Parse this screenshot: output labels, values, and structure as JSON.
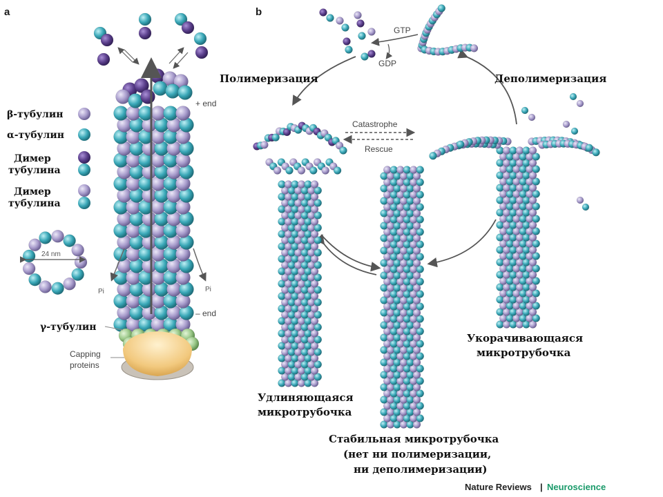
{
  "panel_a": {
    "label": "a",
    "legend": {
      "beta": "β-тубулин",
      "alpha": "α-тубулин",
      "dimer1_line1": "Димер",
      "dimer1_line2": "тубулина",
      "dimer2_line1": "Димер",
      "dimer2_line2": "тубулина"
    },
    "ring_label": "24 nm",
    "plus_end": "+ end",
    "minus_end": "– end",
    "pi_left": "Pi",
    "pi_right": "Pi",
    "gamma": "γ-тубулин",
    "capping_line1": "Capping",
    "capping_line2": "proteins"
  },
  "panel_b": {
    "label": "b",
    "gtp": "GTP",
    "gdp": "GDP",
    "polymerization": "Полимеризация",
    "depolymerization": "Деполимеризация",
    "catastrophe": "Catastrophe",
    "rescue": "Rescue",
    "growing_line1": "Удлиняющаяся",
    "growing_line2": "микротрубочка",
    "shrinking_line1": "Укорачивающаяся",
    "shrinking_line2": "микротрубочка",
    "stable_line1": "Стабильная микротрубочка",
    "stable_line2": "(нет ни полимеризации,",
    "stable_line3": "ни деполимеризации)"
  },
  "credit": {
    "journal": "Nature Reviews",
    "separator": "|",
    "section": "Neuroscience"
  },
  "colors": {
    "alpha": "#3aa8b8",
    "beta": "#a89ccc",
    "dimer_purple": "#5b3f8c",
    "gamma": "#9cc98a",
    "capping": "#f2c97e"
  }
}
